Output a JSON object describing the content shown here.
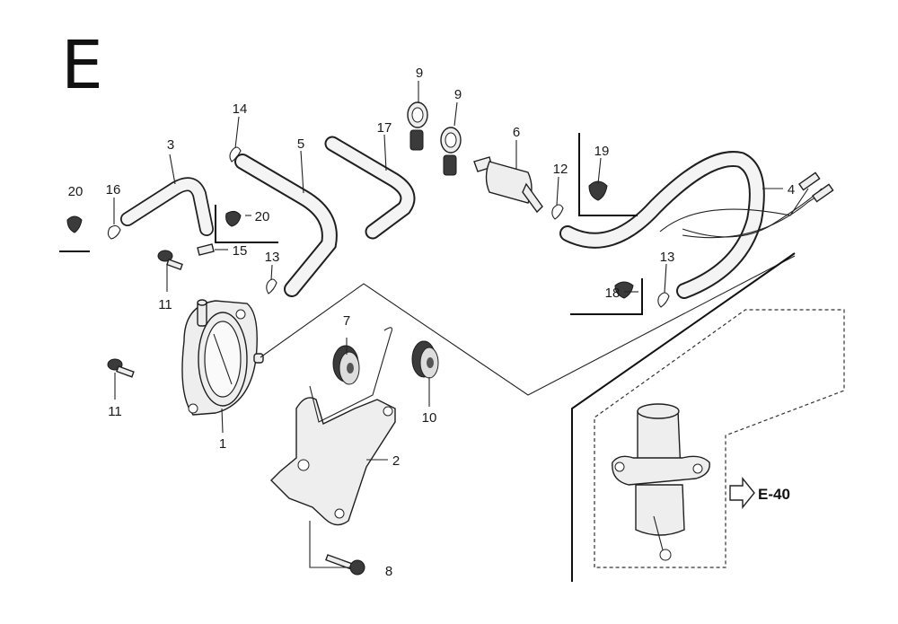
{
  "section_letter": "E",
  "reference": "E-40",
  "callouts": {
    "p1": "1",
    "p2": "2",
    "p3": "3",
    "p4": "4",
    "p5": "5",
    "p6": "6",
    "p7": "7",
    "p8": "8",
    "p9a": "9",
    "p9b": "9",
    "p10": "10",
    "p11a": "11",
    "p11b": "11",
    "p12": "12",
    "p13a": "13",
    "p13b": "13",
    "p14": "14",
    "p15": "15",
    "p16": "16",
    "p17": "17",
    "p18": "18",
    "p19": "19",
    "p20a": "20",
    "p20b": "20"
  },
  "icons": [
    "fuel-pump-icon",
    "mounting-bracket-icon",
    "fuel-filter-icon",
    "hose-clamp-icon",
    "bolt-icon",
    "grommet-icon",
    "electric-pump-icon",
    "arrow-right-icon"
  ]
}
